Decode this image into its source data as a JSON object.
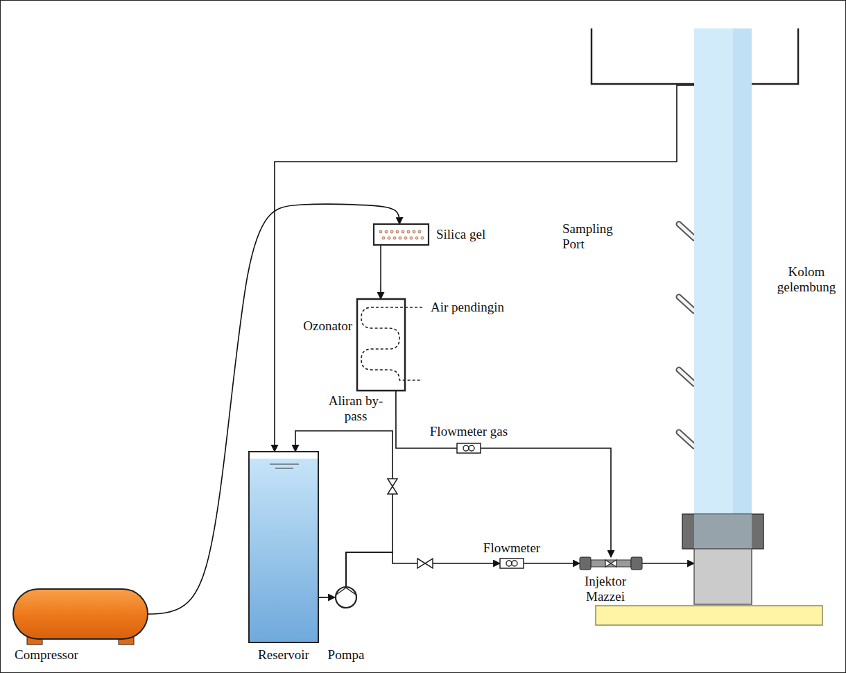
{
  "diagram": {
    "nodes": [
      {
        "text": [
          "Compressor"
        ]
      },
      {
        "text": [
          "Reservoir"
        ]
      },
      {
        "text": [
          "Pompa"
        ]
      },
      {
        "text": [
          "Silica gel"
        ]
      },
      {
        "text": [
          "Ozonator"
        ]
      },
      {
        "text": [
          "Flowmeter gas"
        ]
      },
      {
        "text": [
          "Flowmeter"
        ]
      },
      {
        "text": [
          "Injektor Mazzei"
        ]
      },
      {
        "text": [
          "Kolom gelembung"
        ]
      }
    ],
    "edges": [
      {
        "from": 0,
        "to": 3,
        "arrow": "to"
      },
      {
        "from": 3,
        "to": 4,
        "arrow": "to"
      },
      {
        "from": 4,
        "to": 5,
        "arrow": "none"
      },
      {
        "from": 5,
        "to": 7,
        "arrow": "to"
      },
      {
        "from": 1,
        "to": 2,
        "arrow": "to"
      },
      {
        "from": 2,
        "to": 6,
        "arrow": "to"
      },
      {
        "from": 2,
        "to": 1,
        "label": "Aliran by-pass",
        "arrow": "to"
      },
      {
        "from": 6,
        "to": 7,
        "arrow": "to"
      },
      {
        "from": 7,
        "to": 8,
        "arrow": "to"
      },
      {
        "from": 8,
        "to": 1,
        "arrow": "to"
      }
    ],
    "labels": [
      "Air pendingin",
      "Sampling Port"
    ]
  }
}
